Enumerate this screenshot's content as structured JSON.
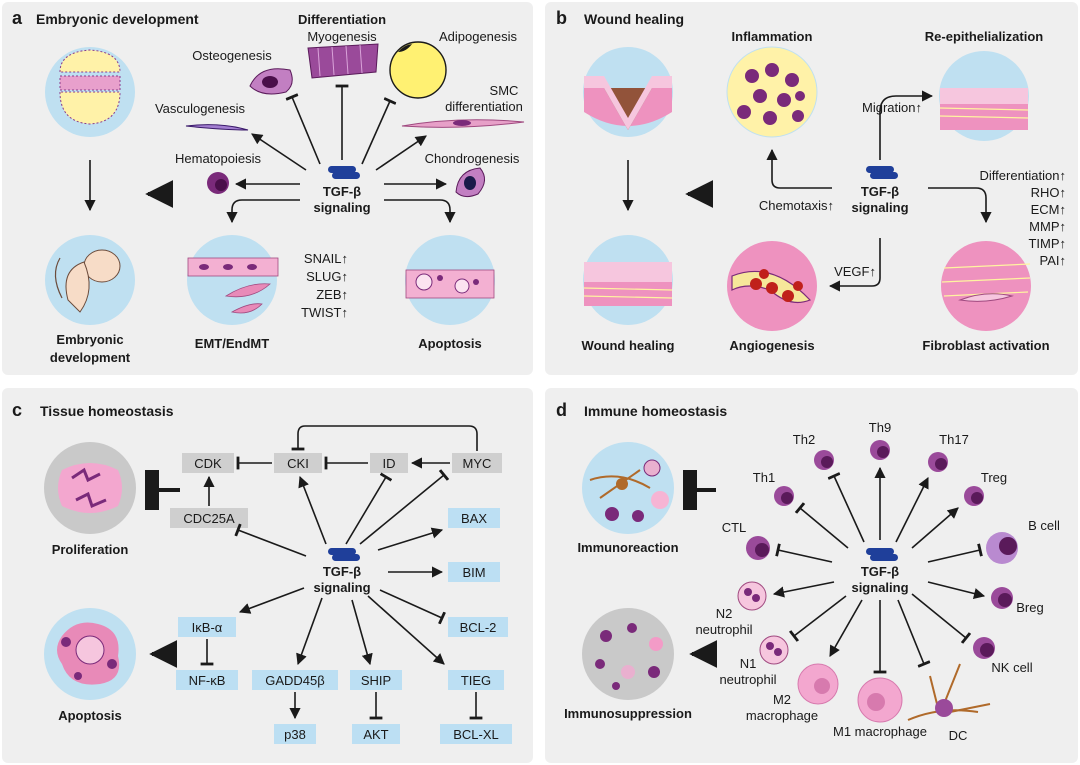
{
  "colors": {
    "panel_bg": "#efefef",
    "circle_bg": "#bfe0f1",
    "tissue_pink": "#e88ab8",
    "cell_purple": "#7a2a7a",
    "box_blue": "#bcdff3",
    "box_gray": "#cfcfcf"
  },
  "panel_a": {
    "letter": "a",
    "title": "Embryonic development",
    "center_label": [
      "TGF-β",
      "signaling"
    ],
    "labels": {
      "differentiation": "Differentiation",
      "myogenesis": "Myogenesis",
      "osteogenesis": "Osteogenesis",
      "adipogenesis": "Adipogenesis",
      "vasculogenesis": "Vasculogenesis",
      "smc": [
        "SMC",
        "differentiation"
      ],
      "hematopoiesis": "Hematopoiesis",
      "chondrogenesis": "Chondrogenesis",
      "emt": "EMT/EndMT",
      "apoptosis": "Apoptosis",
      "embryonic": [
        "Embryonic",
        "development"
      ]
    },
    "emt_genes": [
      "SNAIL↑",
      "SLUG↑",
      "ZEB↑",
      "TWIST↑"
    ]
  },
  "panel_b": {
    "letter": "b",
    "title": "Wound healing",
    "center_label": [
      "TGF-β",
      "signaling"
    ],
    "labels": {
      "inflammation": "Inflammation",
      "reepi": "Re-epithelialization",
      "migration": "Migration↑",
      "chemotaxis": "Chemotaxis↑",
      "vegf": "VEGF↑",
      "wound": "Wound healing",
      "angio": "Angiogenesis",
      "fibro": "Fibroblast activation"
    },
    "fibro_list": [
      "Differentiation↑",
      "RHO↑",
      "ECM↑",
      "MMP↑",
      "TIMP↑",
      "PAI↑"
    ]
  },
  "panel_c": {
    "letter": "c",
    "title": "Tissue homeostasis",
    "center_label": [
      "TGF-β",
      "signaling"
    ],
    "gray_boxes": {
      "cdk": "CDK",
      "cki": "CKI",
      "id": "ID",
      "myc": "MYC",
      "cdc25a": "CDC25A"
    },
    "blue_boxes": {
      "bax": "BAX",
      "bim": "BIM",
      "bcl2": "BCL-2",
      "ikba": "IκB-α",
      "nfkb": "NF-κB",
      "gadd": "GADD45β",
      "p38": "p38",
      "ship": "SHIP",
      "akt": "AKT",
      "tieg": "TIEG",
      "bclxl": "BCL-XL"
    },
    "labels": {
      "proliferation": "Proliferation",
      "apoptosis": "Apoptosis"
    }
  },
  "panel_d": {
    "letter": "d",
    "title": "Immune homeostasis",
    "center_label": [
      "TGF-β",
      "signaling"
    ],
    "cells": {
      "th2": "Th2",
      "th9": "Th9",
      "th17": "Th17",
      "th1": "Th1",
      "treg": "Treg",
      "ctl": "CTL",
      "bcell": "B cell",
      "breg": "Breg",
      "n2": [
        "N2",
        "neutrophil"
      ],
      "n1": [
        "N1",
        "neutrophil"
      ],
      "m2": [
        "M2",
        "macrophage"
      ],
      "m1": "M1 macrophage",
      "dc": "DC",
      "nk": "NK cell"
    },
    "labels": {
      "immunoreaction": "Immunoreaction",
      "immunosuppression": "Immunosuppression"
    }
  }
}
